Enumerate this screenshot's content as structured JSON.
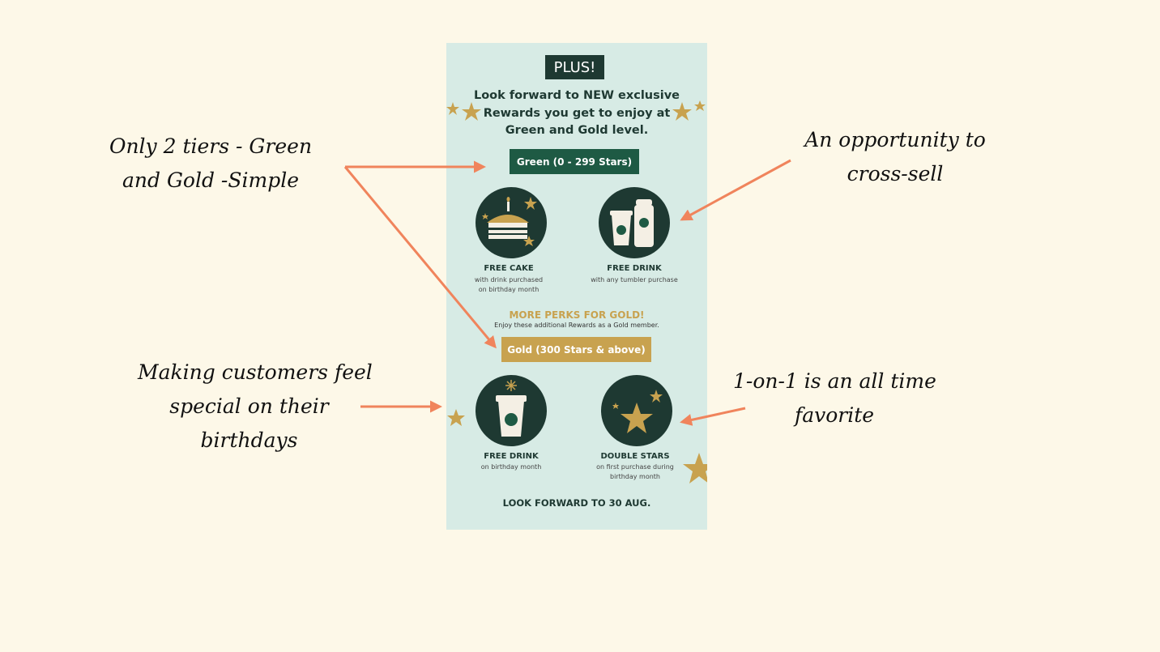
{
  "annotations": {
    "tiers": [
      "Only 2 tiers - Green",
      "and Gold -Simple"
    ],
    "cross_sell": [
      "An opportunity to",
      "cross-sell"
    ],
    "birthdays": [
      "Making customers feel",
      "special on their",
      "birthdays"
    ],
    "one_on_one": [
      "1-on-1 is an all time",
      "favorite"
    ]
  },
  "card": {
    "badge": "PLUS!",
    "headline": [
      "Look forward to NEW exclusive",
      "Rewards you get to enjoy at",
      "Green and Gold level."
    ],
    "green_tier": "Green (0 - 299 Stars)",
    "perks_green": [
      {
        "title": "FREE CAKE",
        "sub": [
          "with drink purchased",
          "on birthday month"
        ],
        "icon": "cake-icon"
      },
      {
        "title": "FREE DRINK",
        "sub": [
          "with any tumbler purchase"
        ],
        "icon": "cups-icon"
      }
    ],
    "gold_heading": "MORE PERKS FOR GOLD!",
    "gold_subheading": "Enjoy these additional Rewards as a Gold member.",
    "gold_tier": "Gold (300 Stars & above)",
    "perks_gold": [
      {
        "title": "FREE DRINK",
        "sub": [
          "on birthday month"
        ],
        "icon": "cup-icon"
      },
      {
        "title": "DOUBLE STARS",
        "sub": [
          "on first purchase during",
          "birthday month"
        ],
        "icon": "stars-icon"
      }
    ],
    "footer": "LOOK FORWARD TO 30 AUG."
  },
  "colors": {
    "background": "#fdf8e8",
    "card": "#d7ebe5",
    "dark_green": "#1e3932",
    "green": "#1e5a44",
    "gold": "#c8a24f",
    "arrow": "#f0845c"
  }
}
